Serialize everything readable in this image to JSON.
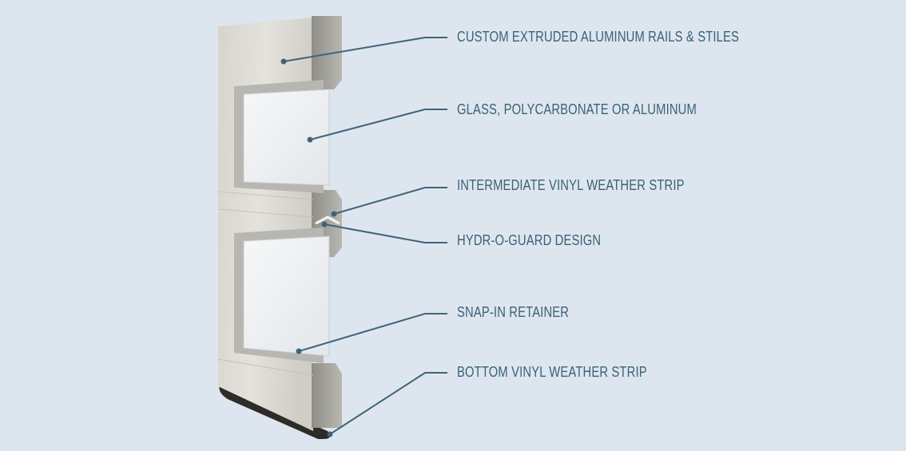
{
  "title": "Door section diagram",
  "colors": {
    "background": "#dde6ee",
    "callout": "#3f6479",
    "text": "#3b6076"
  },
  "callouts": [
    {
      "label": "CUSTOM EXTRUDED ALUMINUM RAILS & STILES"
    },
    {
      "label": "GLASS, POLYCARBONATE OR ALUMINUM"
    },
    {
      "label": "INTERMEDIATE VINYL WEATHER STRIP"
    },
    {
      "label": "HYDR-O-GUARD DESIGN"
    },
    {
      "label": "SNAP-IN RETAINER"
    },
    {
      "label": "BOTTOM VINYL WEATHER STRIP"
    }
  ]
}
